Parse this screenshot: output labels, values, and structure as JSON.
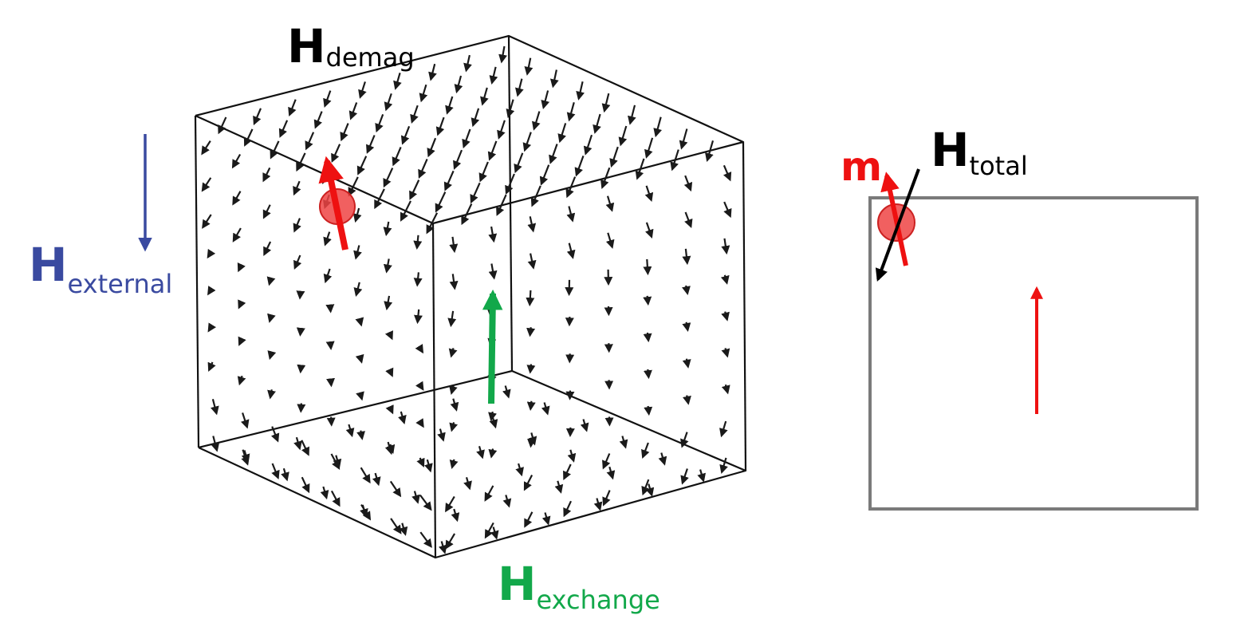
{
  "labels": {
    "h_demag": {
      "main": "H",
      "sub": "demag"
    },
    "h_external": {
      "main": "H",
      "sub": "external"
    },
    "h_exchange": {
      "main": "H",
      "sub": "exchange"
    },
    "h_total": {
      "main": "H",
      "sub": "total"
    },
    "m": "m"
  },
  "colors": {
    "demag": "#000000",
    "external": "#3a4aa0",
    "exchange": "#12a84a",
    "magnetization": "#ee1111",
    "total": "#000000",
    "cell_box": "#7a7a7a",
    "cube_edges": "#111111",
    "field_arrows": "#1a1a1a"
  }
}
